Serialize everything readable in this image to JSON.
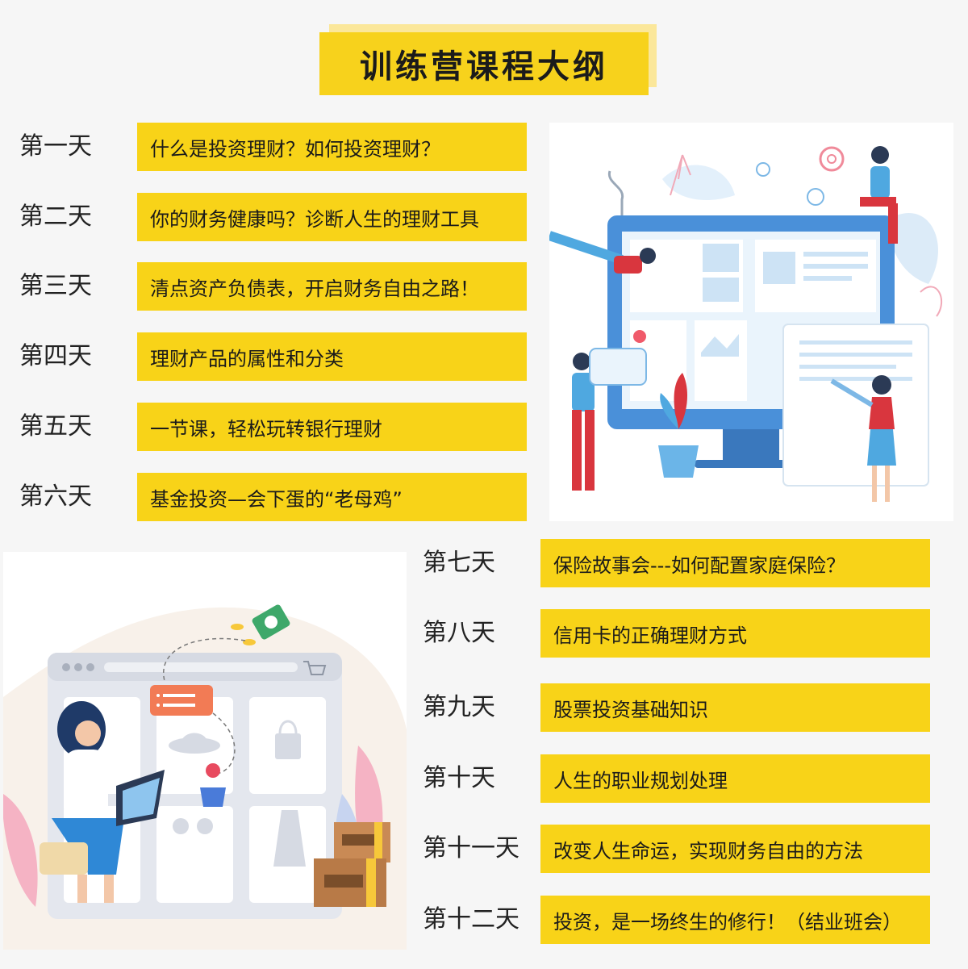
{
  "title": "训练营课程大纲",
  "days": [
    {
      "day": "第一天",
      "topic": "什么是投资理财？如何投资理财？"
    },
    {
      "day": "第二天",
      "topic": "你的财务健康吗？诊断人生的理财工具"
    },
    {
      "day": "第三天",
      "topic": "清点资产负债表，开启财务自由之路！"
    },
    {
      "day": "第四天",
      "topic": "理财产品的属性和分类"
    },
    {
      "day": "第五天",
      "topic": "一节课，轻松玩转银行理财"
    },
    {
      "day": "第六天",
      "topic": "基金投资—会下蛋的“老母鸡”"
    },
    {
      "day": "第七天",
      "topic": "保险故事会---如何配置家庭保险？"
    },
    {
      "day": "第八天",
      "topic": "信用卡的正确理财方式"
    },
    {
      "day": "第九天",
      "topic": "股票投资基础知识"
    },
    {
      "day": "第十天",
      "topic": "人生的职业规划处理"
    },
    {
      "day": "第十一天",
      "topic": "改变人生命运，实现财务自由的方法"
    },
    {
      "day": "第十二天",
      "topic": "投资，是一场终生的修行！（结业班会）"
    }
  ],
  "colors": {
    "accent": "#f8d318",
    "accent_light": "#fbe79a",
    "background": "#f6f6f6",
    "illustration_blue": "#4fa8e0",
    "illustration_red": "#d9363e"
  },
  "icons": [
    "gear-icon",
    "cart-icon",
    "money-icon",
    "basket-icon",
    "list-icon",
    "box-icon"
  ]
}
